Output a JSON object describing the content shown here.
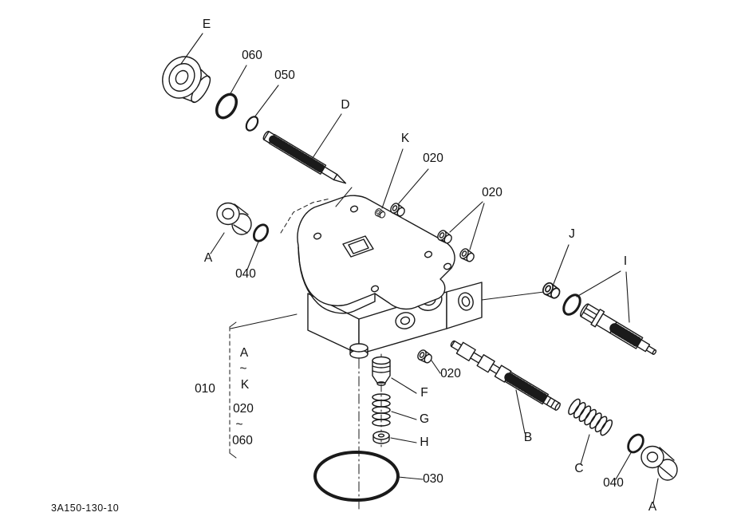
{
  "figure": {
    "code": "3A150-130-10",
    "callouts": [
      {
        "text": "E"
      },
      {
        "text": "060"
      },
      {
        "text": "050"
      },
      {
        "text": "D"
      },
      {
        "text": "K"
      },
      {
        "text": "020"
      },
      {
        "text": "020"
      },
      {
        "text": "A"
      },
      {
        "text": "040"
      },
      {
        "text": "J"
      },
      {
        "text": "I"
      },
      {
        "text": "020"
      },
      {
        "text": "F"
      },
      {
        "text": "G"
      },
      {
        "text": "H"
      },
      {
        "text": "B"
      },
      {
        "text": "C"
      },
      {
        "text": "040"
      },
      {
        "text": "A"
      },
      {
        "text": "030"
      },
      {
        "text": "010"
      },
      {
        "text": "A"
      },
      {
        "text": "~"
      },
      {
        "text": "K"
      },
      {
        "text": "020"
      },
      {
        "text": "~"
      },
      {
        "text": "060"
      }
    ]
  }
}
